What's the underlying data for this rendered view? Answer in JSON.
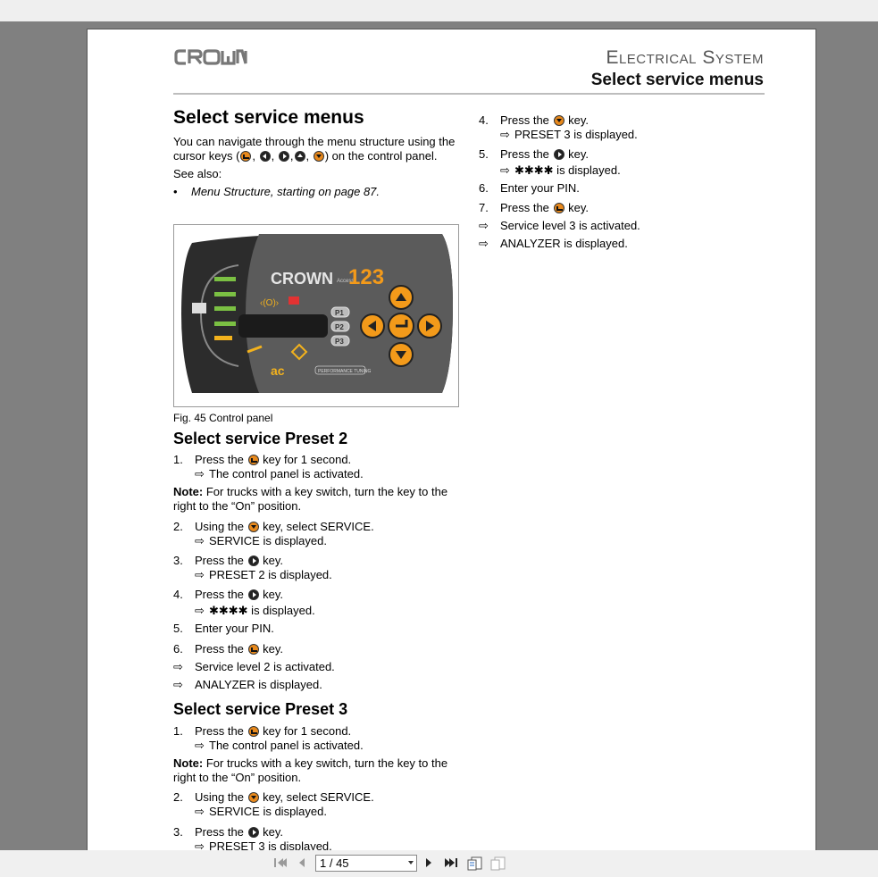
{
  "header": {
    "title": "Electrical System",
    "subtitle": "Select service menus"
  },
  "figure": {
    "caption": "Fig. 45 Control panel",
    "brand": "CROWN",
    "model_prefix": "Access",
    "model_number": "123",
    "badge": "PERFORMANCE TUNING",
    "presets": [
      "P1",
      "P2",
      "P3"
    ]
  },
  "left": {
    "heading": "Select service menus",
    "intro": "You can navigate through the menu structure using the cursor keys (",
    "intro_end": ") on the control panel.",
    "see_also": "See also:",
    "ref_bullet": "•",
    "ref": "Menu Structure, starting on page 87.",
    "preset2": {
      "heading": "Select service Preset 2",
      "s1": {
        "n": "1.",
        "pre": "Press the",
        "post": "key for 1 second.",
        "res": "The control panel is activated."
      },
      "note_label": "Note:",
      "note": "For trucks with a key switch, turn the key to the right to the “On” position.",
      "s2": {
        "n": "2.",
        "pre": "Using the",
        "post": "key, select SERVICE.",
        "res": "SERVICE is displayed."
      },
      "s3": {
        "n": "3.",
        "pre": "Press the",
        "post": "key.",
        "res": "PRESET 2 is displayed."
      },
      "s4": {
        "n": "4.",
        "pre": "Press the",
        "post": "key.",
        "res": "✱✱✱✱ is displayed."
      },
      "s5": {
        "n": "5.",
        "text": "Enter your PIN."
      },
      "s6": {
        "n": "6.",
        "pre": "Press the",
        "post": "key."
      },
      "r1": "Service level 2 is activated.",
      "r2": "ANALYZER is displayed."
    },
    "preset3": {
      "heading": "Select service Preset 3",
      "s1": {
        "n": "1.",
        "pre": "Press the",
        "post": "key for 1 second.",
        "res": "The control panel is activated."
      },
      "note_label": "Note:",
      "note": "For trucks with a key switch, turn the key to the right to the “On” position.",
      "s2": {
        "n": "2.",
        "pre": "Using the",
        "post": "key, select SERVICE.",
        "res": "SERVICE is displayed."
      },
      "s3": {
        "n": "3.",
        "pre": "Press the",
        "post": "key.",
        "res": "PRESET 3 is displayed."
      }
    }
  },
  "right": {
    "s4": {
      "n": "4.",
      "pre": "Press the",
      "post": "key.",
      "res": "PRESET 3 is displayed."
    },
    "s5": {
      "n": "5.",
      "pre": "Press the",
      "post": "key.",
      "res": "✱✱✱✱ is displayed."
    },
    "s6": {
      "n": "6.",
      "text": "Enter your PIN."
    },
    "s7": {
      "n": "7.",
      "pre": "Press the",
      "post": "key."
    },
    "r1": "Service level 3 is activated.",
    "r2": "ANALYZER is displayed."
  },
  "toolbar": {
    "page_value": "1 / 45"
  },
  "arrow_glyph": "⇨"
}
